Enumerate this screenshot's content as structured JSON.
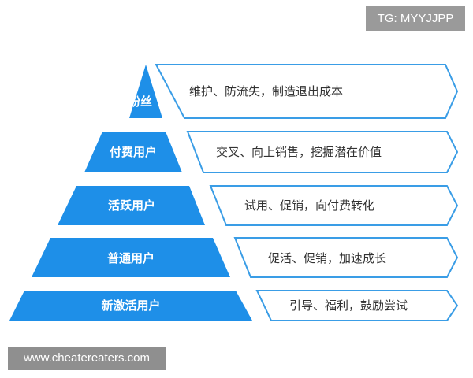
{
  "watermark_top": "TG: MYYJJPP",
  "watermark_bottom": "www.cheatereaters.com",
  "colors": {
    "tier_fill": "#1e8fe8",
    "tier_text": "#ffffff",
    "outline": "#3a9de6",
    "desc_text": "#333333"
  },
  "tiers": [
    {
      "label": "粉丝",
      "desc": "维护、防流失，制造退出成本"
    },
    {
      "label": "付费用户",
      "desc": "交叉、向上销售，挖掘潜在价值"
    },
    {
      "label": "活跃用户",
      "desc": "试用、促销，向付费转化"
    },
    {
      "label": "普通用户",
      "desc": "促活、促销，加速成长"
    },
    {
      "label": "新激活用户",
      "desc": "引导、福利，鼓励尝试"
    }
  ]
}
